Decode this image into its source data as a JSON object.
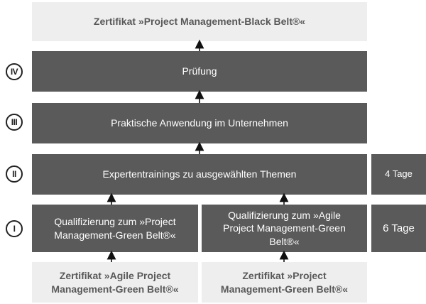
{
  "certificate_top": "Zertifikat »Project Management-Black Belt®«",
  "levels": [
    {
      "numeral": "IV",
      "label": "Prüfung"
    },
    {
      "numeral": "III",
      "label": "Praktische Anwendung im Unternehmen"
    },
    {
      "numeral": "II",
      "label": "Expertentrainings zu ausgewählten Themen",
      "duration": "4 Tage"
    },
    {
      "numeral": "I",
      "label_left": "Qualifizierung zum »Project Management-Green Belt®«",
      "label_right": "Qualifizierung zum »Agile Project Management-Green Belt®«",
      "duration": "6 Tage"
    }
  ],
  "certificates_bottom": [
    "Zertifikat »Agile Project Management-Green Belt®«",
    "Zertifikat »Project Management-Green Belt®«"
  ],
  "colors": {
    "dark_box": "#5a5a5a",
    "light_box": "#eeeeee",
    "light_text": "#595959"
  }
}
